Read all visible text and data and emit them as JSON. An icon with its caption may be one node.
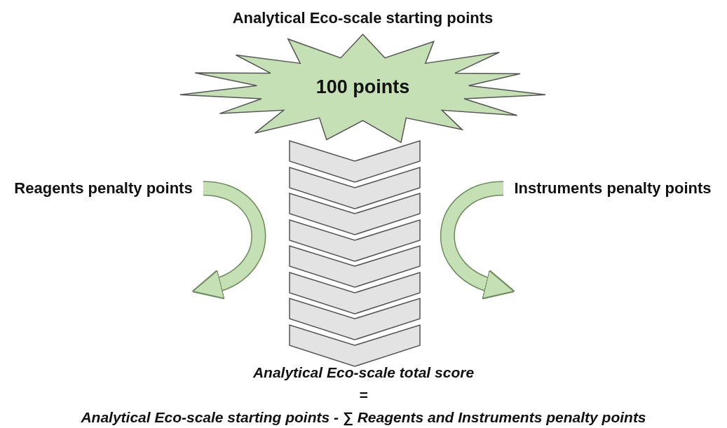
{
  "diagram": {
    "nodes": [
      {
        "text": [
          "Analytical Eco-scale starting points",
          "100 points"
        ]
      },
      {
        "text": [
          "Reagents penalty points"
        ]
      },
      {
        "text": [
          "Instruments penalty points"
        ]
      },
      {
        "text": [],
        "shape": "chevron"
      },
      {
        "text": [],
        "shape": "chevron"
      },
      {
        "text": [],
        "shape": "chevron"
      },
      {
        "text": [],
        "shape": "chevron"
      },
      {
        "text": [],
        "shape": "chevron"
      },
      {
        "text": [],
        "shape": "chevron"
      },
      {
        "text": [],
        "shape": "chevron"
      },
      {
        "text": [],
        "shape": "chevron"
      }
    ],
    "edges": [
      {
        "from": 1,
        "to": null,
        "arrow": "to"
      },
      {
        "from": 2,
        "to": null,
        "arrow": "to"
      }
    ],
    "labels": [
      "Analytical Eco-scale total score",
      "=",
      "Analytical Eco-scale starting points - ∑ Reagents and Instruments penalty points"
    ]
  }
}
